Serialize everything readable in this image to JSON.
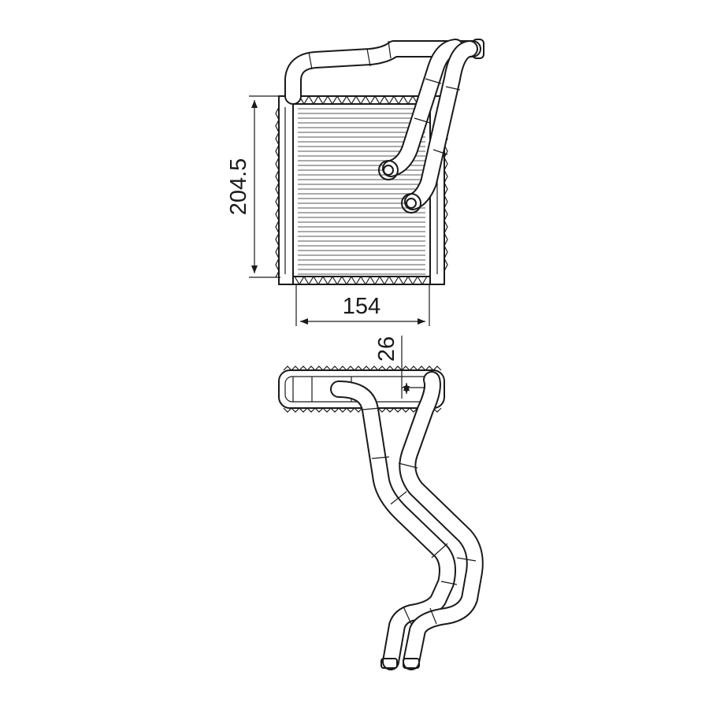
{
  "dimensions": {
    "height_label": "204.5",
    "width_label": "154",
    "depth_label": "26"
  }
}
